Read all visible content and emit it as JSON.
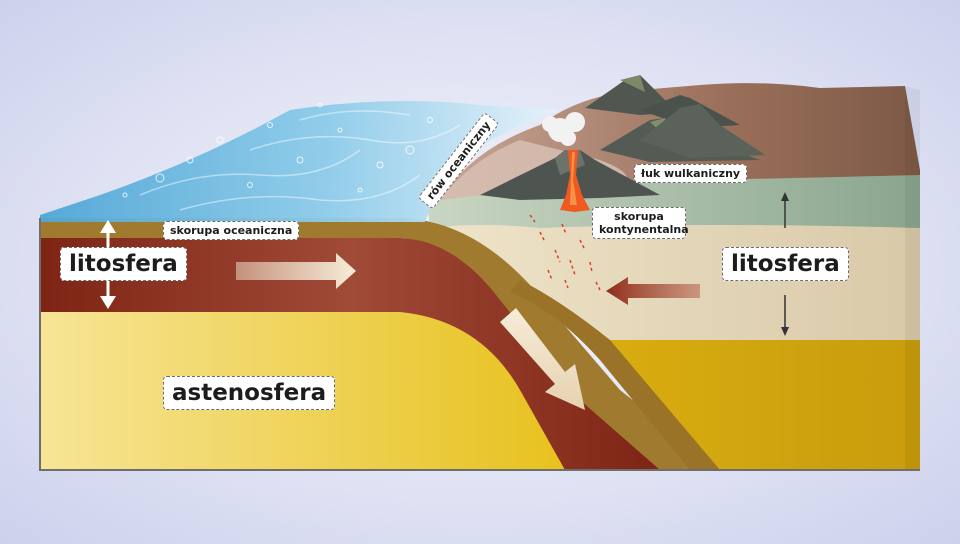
{
  "labels": {
    "litosfera_left": "litosfera",
    "litosfera_right": "litosfera",
    "astenosfera": "astenosfera",
    "skorupa_oceaniczna": "skorupa oceaniczna",
    "row_oceaniczny": "rów oceaniczny",
    "luk_wulkaniczny": "łuk wulkaniczny",
    "skorupa_kontynentalna_1": "skorupa",
    "skorupa_kontynentalna_2": "kontynentalna"
  },
  "colors": {
    "water": "#5fb3dd",
    "oceanic_crust": "#a27a2d",
    "lithosphere": "#8b2a1a",
    "asthenosphere": "#e8c52a",
    "continental_crust": "#ece0c6",
    "mountains": "#9a6f5a",
    "volcano": "#555a52",
    "lava": "#f05a1e"
  }
}
